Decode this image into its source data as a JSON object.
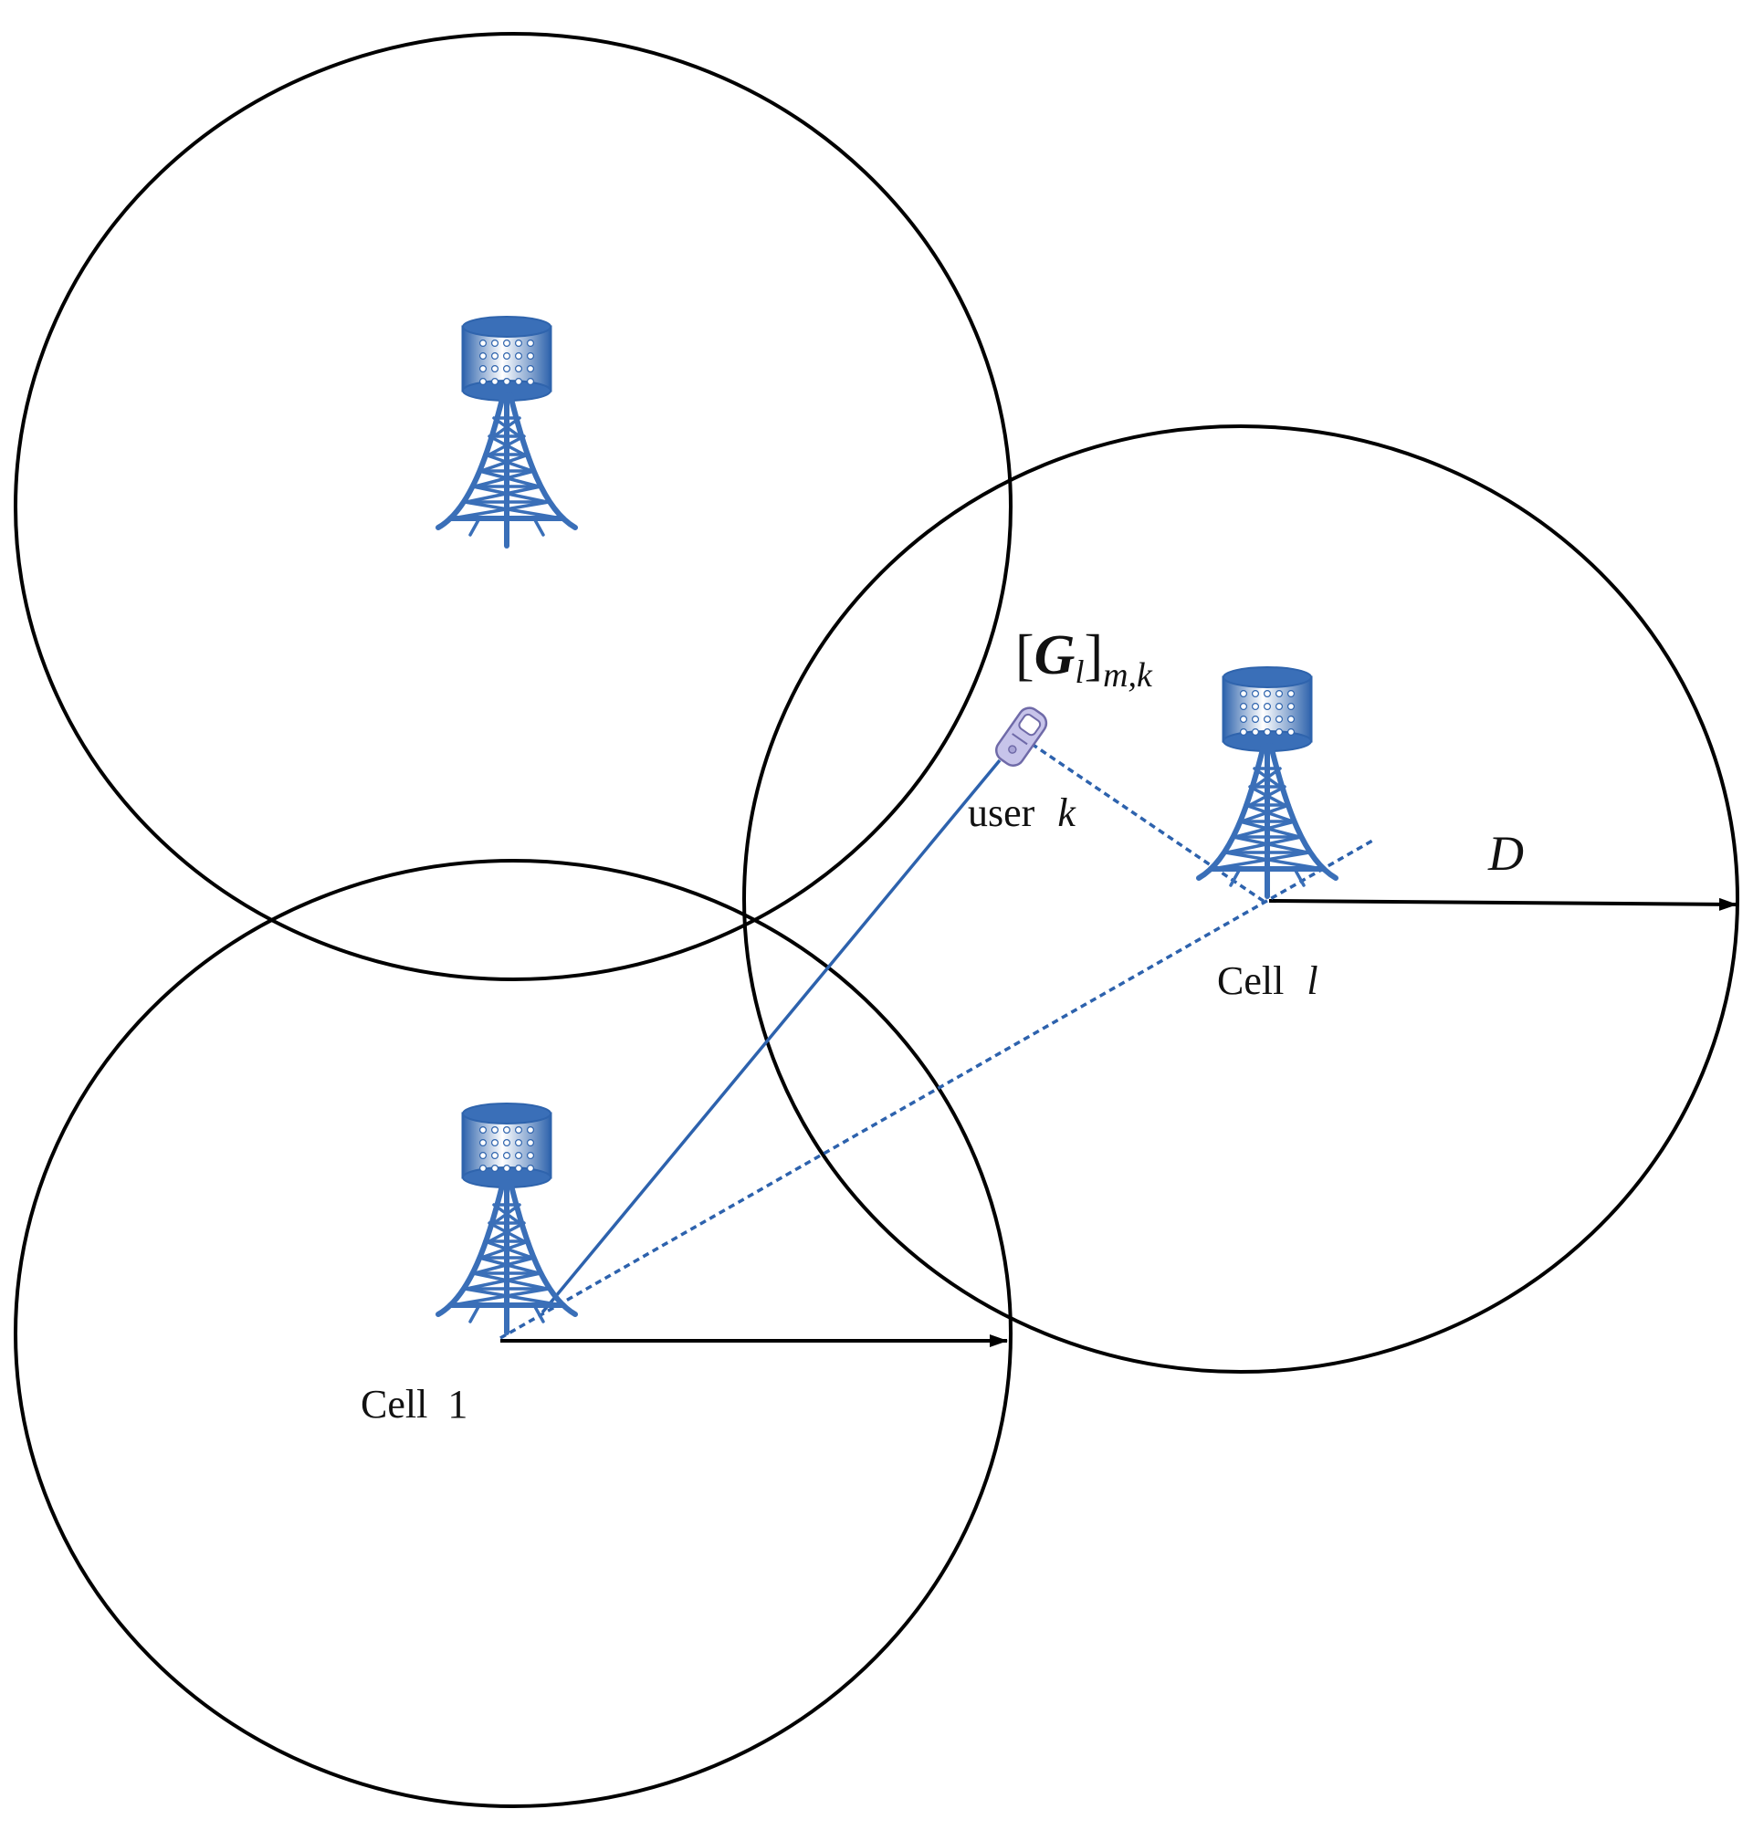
{
  "labels": {
    "cell_1": "Cell  1",
    "cell_l_prefix": "Cell",
    "cell_l_var": "l",
    "user_prefix": "user",
    "user_var": "k",
    "radius": "D",
    "channel_symbol": "G",
    "channel_symbol_sub": "l",
    "channel_index": "m,k"
  },
  "colors": {
    "circle": "#000000",
    "link": "#2d62ad",
    "tower": "#3a6fb8",
    "phone": "#b9b6e0"
  },
  "icons": {
    "base_station": "base-station-tower-icon",
    "user_device": "mobile-phone-icon"
  }
}
